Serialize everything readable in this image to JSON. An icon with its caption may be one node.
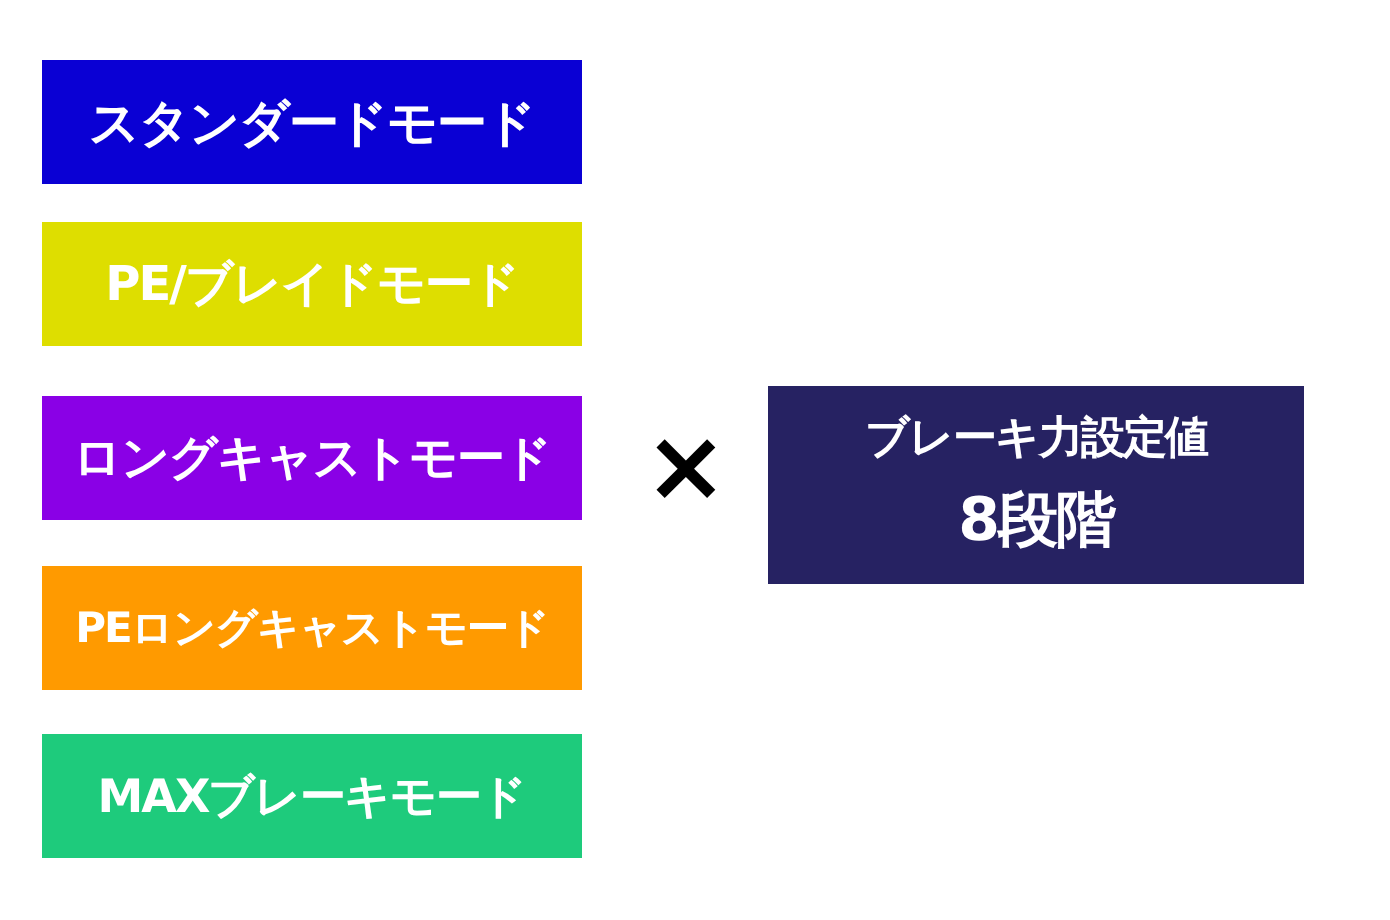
{
  "diagram": {
    "nodes": [
      {
        "text": [
          "スタンダードモード"
        ]
      },
      {
        "text": [
          "PE/ブレイドモード"
        ]
      },
      {
        "text": [
          "ロングキャストモード"
        ]
      },
      {
        "text": [
          "PEロングキャストモード"
        ]
      },
      {
        "text": [
          "MAXブレーキモード"
        ]
      },
      {
        "text": [
          "ブレーキ力設定値",
          "8段階"
        ]
      }
    ],
    "labels": [
      "×"
    ]
  }
}
